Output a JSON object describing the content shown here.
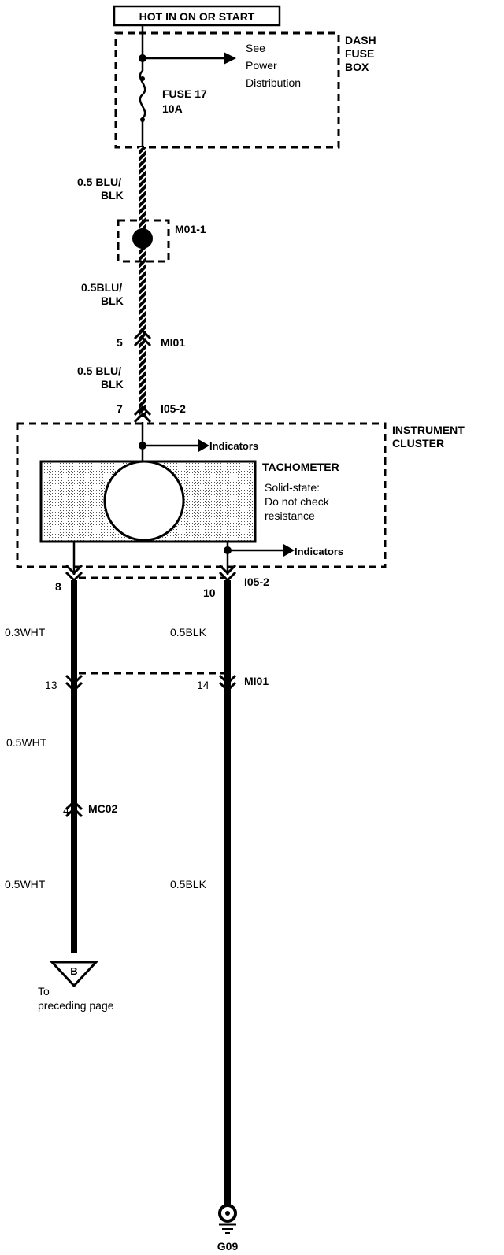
{
  "power_label": "HOT IN ON OR START",
  "dash_fuse_box": {
    "title_lines": [
      "DASH",
      "FUSE",
      "BOX"
    ],
    "see_lines": [
      "See",
      "Power",
      "Distribution"
    ],
    "fuse_name": "FUSE 17",
    "fuse_rating": "10A"
  },
  "wires": {
    "w1": [
      "0.5 BLU/",
      "BLK"
    ],
    "w2": [
      "0.5BLU/",
      "BLK"
    ],
    "w3": [
      "0.5 BLU/",
      "BLK"
    ],
    "w_left_1": "0.3WHT",
    "w_left_2": "0.5WHT",
    "w_left_3": "0.5WHT",
    "w_right_1": "0.5BLK",
    "w_right_2": "0.5BLK"
  },
  "splice": "M01-1",
  "connectors": {
    "mi01_top": {
      "pin": "5",
      "name": "MI01"
    },
    "i05_top": {
      "pin": "7",
      "name": "I05-2"
    },
    "i05_left_pin": "8",
    "i05_right": {
      "pin": "10",
      "name": "I05-2"
    },
    "mi01_left_pin": "13",
    "mi01_right": {
      "pin": "14",
      "name": "MI01"
    },
    "mc02": {
      "pin": "4",
      "name": "MC02"
    }
  },
  "instrument_cluster": {
    "title_lines": [
      "INSTRUMENT",
      "CLUSTER"
    ],
    "indicators_top": "Indicators",
    "indicators_bottom": "Indicators",
    "tachometer": "TACHOMETER",
    "note_lines": [
      "Solid-state:",
      "Do not check",
      "resistance"
    ]
  },
  "offpage": {
    "letter": "B",
    "text_lines": [
      "To",
      "preceding page"
    ]
  },
  "ground": "G09"
}
